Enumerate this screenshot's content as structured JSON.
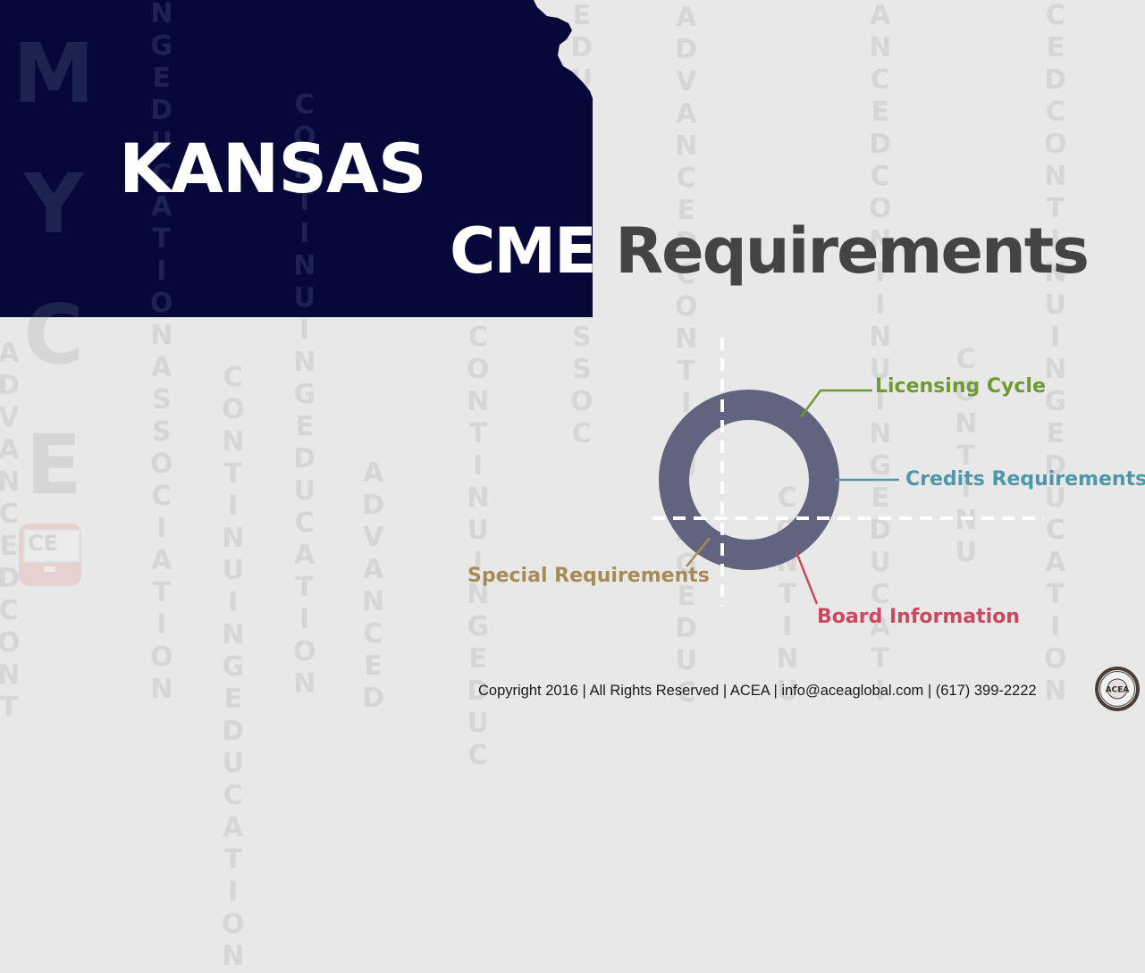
{
  "slide": {
    "state_title": "KANSAS",
    "subtitle_word1": "CME",
    "subtitle_word2": "Requirements",
    "colors": {
      "navy_state_fill": "#06083a",
      "background": "#e8e8e8",
      "donut_ring": "#61637f",
      "licensing_cycle": "#6e9a2f",
      "credits_requirements": "#4d97aa",
      "board_information": "#c84a5e",
      "special_requirements": "#a88a57",
      "subtitle_gray": "#444444"
    }
  },
  "background_watermark": {
    "vertical_letters_large": [
      "M",
      "Y",
      "C",
      "E"
    ],
    "columns": [
      "ADVANCEDCONT",
      "NGEDUCATIONASSOCIATION",
      "CONTINUINGEDUCATION",
      "CONTINUINGEDUCATION",
      "ADVANCED",
      "CONTINUINGEDUC",
      "EDUCATIONASSOC",
      "ADVANCEDCONTINUINGEDUC",
      "CONTINU",
      "ANCEDCONTINUINGEDUCATI",
      "CONTINU",
      "CEDCONTINUINGEDUCATION"
    ],
    "ce_icon_label": "CE"
  },
  "diagram": {
    "labels": {
      "licensing_cycle": "Licensing Cycle",
      "credits_requirements": "Credits Requirements",
      "board_information": "Board Information",
      "special_requirements": "Special Requirements"
    }
  },
  "footer": {
    "text": "Copyright 2016 | All Rights Reserved | ACEA | info@aceaglobal.com | (617) 399-2222",
    "logo_text": "ACEA"
  }
}
